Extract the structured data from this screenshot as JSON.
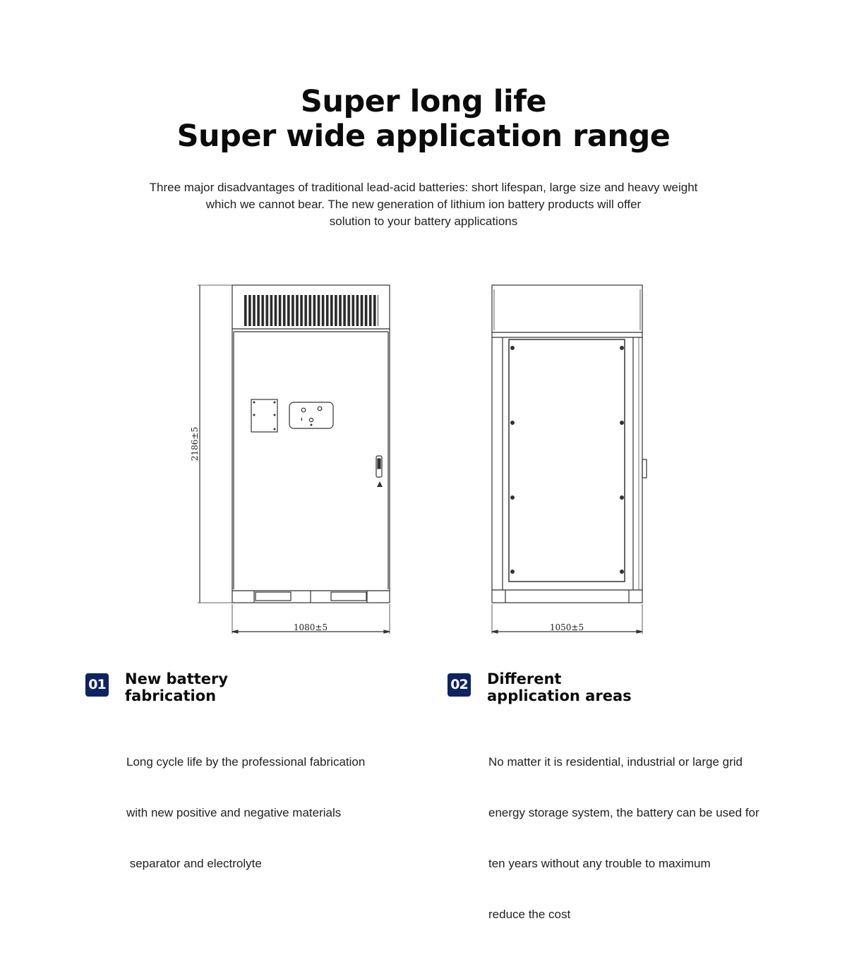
{
  "heading": {
    "line1": "Super long life",
    "line2": "Super wide application range"
  },
  "intro": {
    "line1": "Three major disadvantages of traditional lead-acid batteries: short lifespan, large size and heavy weight",
    "line2": "which we cannot bear. The new generation of lithium ion battery products will offer",
    "line3": "solution to your battery applications"
  },
  "drawing": {
    "front_width_label": "1080±5",
    "height_label": "2186±5",
    "side_width_label": "1050±5"
  },
  "features": [
    {
      "number": "01",
      "title_line1": "New battery",
      "title_line2": "fabrication",
      "body_line1": "Long cycle life by the professional fabrication",
      "body_line2": "with new positive and negative materials",
      "body_line3": " separator and electrolyte"
    },
    {
      "number": "02",
      "title_line1": "Different",
      "title_line2": "application areas",
      "body_line1": "No matter it is residential, industrial or large grid",
      "body_line2": "energy storage system, the battery can be used for",
      "body_line3": "ten years without any trouble to maximum",
      "body_line4": "reduce the cost"
    }
  ],
  "colors": {
    "badge": "#0d2364",
    "text": "#111111",
    "line_art": "#333333"
  }
}
